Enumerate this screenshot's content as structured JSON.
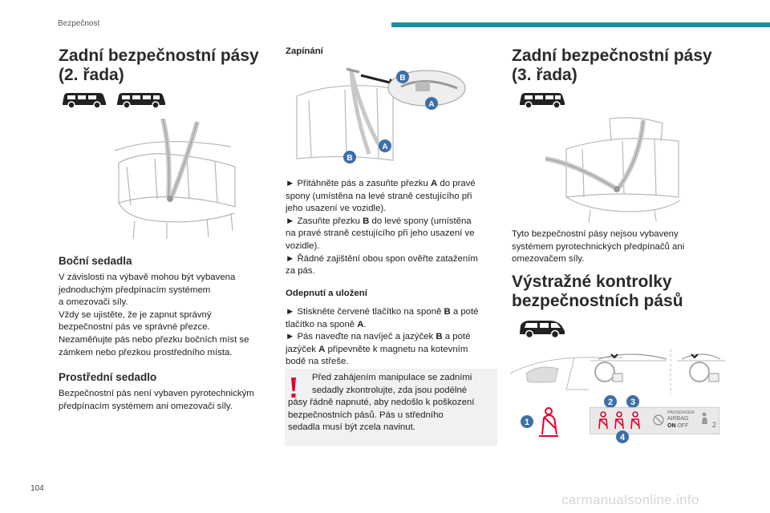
{
  "header": {
    "section": "Bezpečnost",
    "accent_color": "#1a8fa0"
  },
  "page_number": "104",
  "col1": {
    "title_line1": "Zadní bezpečnostní pásy",
    "title_line2": "(2. řada)",
    "side_heading": "Boční sedadla",
    "side_lines": [
      "V závislosti na výbavě mohou být vybavena",
      "jednoduchým předpínacím systémem",
      "a omezovači síly.",
      "Vždy se ujistěte, že je zapnut správný",
      "bezpečnostní pás ve správné přezce.",
      "Nezaměňujte pás nebo přezku bočních míst se",
      "zámkem nebo přezkou prostředního místa."
    ],
    "middle_heading": "Prostřední sedadlo",
    "middle_lines": [
      "Bezpečnostní pás není vybaven pyrotechnickým",
      "předpínacím systémem ani omezovači síly."
    ]
  },
  "col2": {
    "fasten_heading": "Zapínání",
    "label_a": "A",
    "label_b": "B",
    "fasten": {
      "s1_l1_pre": "Přitáhněte pás a zasuňte přezku ",
      "s1_l1_bold": "A",
      "s1_l1_post": " do pravé",
      "s1_l2": "spony (umístěna na levé straně cestujícího při",
      "s1_l3": "jeho usazení ve vozidle).",
      "s2_l1_pre": "Zasuňte přezku ",
      "s2_l1_bold": "B",
      "s2_l1_post": " do levé spony (umístěna",
      "s2_l2": "na pravé straně cestujícího při jeho usazení ve",
      "s2_l3": "vozidle).",
      "s3_l1": "Řádné zajištění obou spon ověřte zatažením",
      "s3_l2": "za pás."
    },
    "release_heading": "Odepnutí a uložení",
    "release": {
      "s1_l1_pre": "Stiskněte červené tlačítko na sponě ",
      "s1_l1_bold": "B",
      "s1_l1_post": " a poté",
      "s1_l2_pre": "tlačítko na sponě ",
      "s1_l2_bold": "A",
      "s1_l2_post": ".",
      "s2_l1_pre": "Pás naveďte na navíječ a jazýček ",
      "s2_l1_bold": "B",
      "s2_l1_post": " a poté",
      "s2_l2_pre": "jazýček ",
      "s2_l2_bold": "A",
      "s2_l2_post": " připevněte k magnetu na kotevním",
      "s2_l3": "bodě na střeše."
    },
    "warning_lines": [
      "Před zahájením manipulace se zadními",
      "sedadly zkontrolujte, zda jsou podélné",
      "pásy řádně napnuté, aby nedošlo k poškození",
      "bezpečnostních pásů. Pás u středního",
      "sedadla musí být zcela navinut."
    ],
    "warning_color": "#e4002b"
  },
  "col3": {
    "title_line1": "Zadní bezpečnostní pásy",
    "title_line2": "(3. řada)",
    "body_lines": [
      "Tyto bezpečnostní pásy nejsou vybaveny",
      "systémem pyrotechnických předpínačů ani",
      "omezovačem síly."
    ],
    "warn_title_line1": "Výstražné kontrolky",
    "warn_title_line2": "bezpečnostních pásů",
    "callouts": [
      "1",
      "2",
      "3",
      "4"
    ],
    "callout_color": "#3d6fa8",
    "panel": {
      "line1": "PASSENGER",
      "line2": "AIRBAG",
      "on": "ON",
      "off": "OFF",
      "seat_count": "2"
    }
  },
  "watermark": "carmanualsonline.info"
}
